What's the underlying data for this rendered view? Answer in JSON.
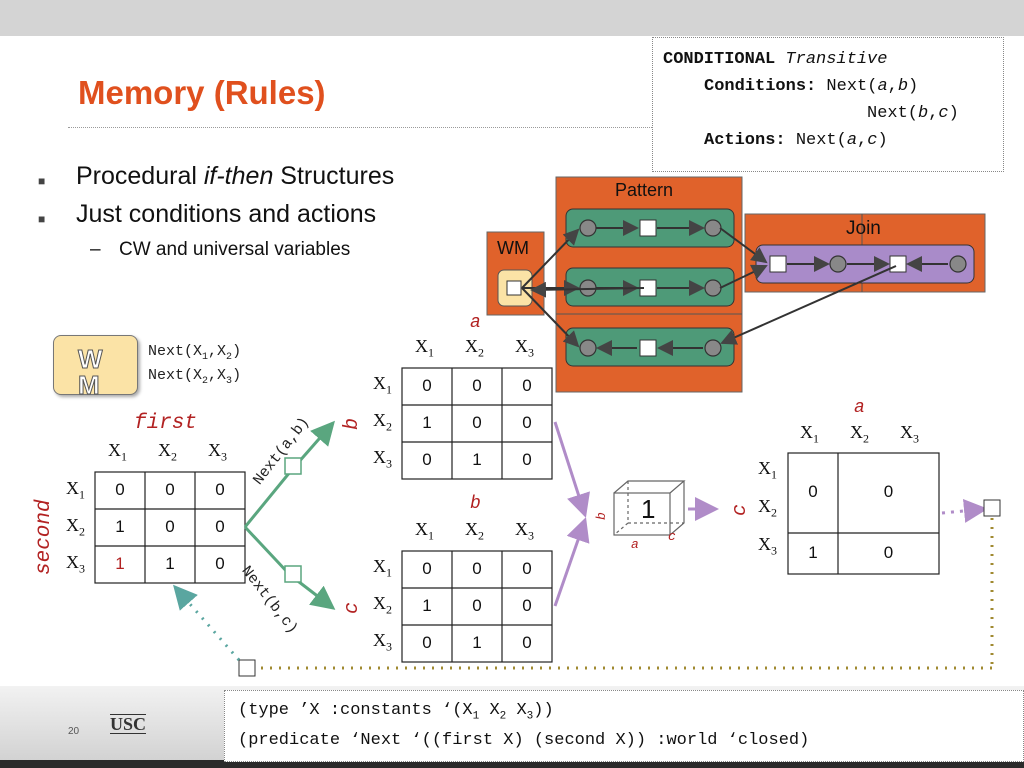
{
  "slide": {
    "title": "Memory (Rules)",
    "page_number": "20",
    "logo_text": "USC"
  },
  "bullets": [
    {
      "pre": "Procedural ",
      "em": "if-then",
      "post": " Structures"
    },
    {
      "text": "Just conditions and actions"
    }
  ],
  "sub_bullet": {
    "dash": "–",
    "text": "CW and universal variables"
  },
  "conditional": {
    "keyword": "CONDITIONAL",
    "name": "Transitive",
    "conditions_label": "Conditions:",
    "cond1_pre": "Next(",
    "cond1_a": "a",
    "cond1_sep": ",",
    "cond1_b": "b",
    "cond1_post": ")",
    "cond2_pre": "Next(",
    "cond2_a": "b",
    "cond2_sep": ",",
    "cond2_b": "c",
    "cond2_post": ")",
    "actions_label": "Actions:",
    "act_pre": "Next(",
    "act_a": "a",
    "act_sep": ",",
    "act_b": "c",
    "act_post": ")"
  },
  "network": {
    "pattern_label": "Pattern",
    "join_label": "Join",
    "wm_label": "WM",
    "cube_value": "1"
  },
  "wm_icon": {
    "line1": "W",
    "line2": "M",
    "fact1": "Next(X1,X2)",
    "fact2": "Next(X2,X3)"
  },
  "labels": {
    "first": "first",
    "second": "second",
    "a": "a",
    "b": "b",
    "c": "c",
    "next_ab": "Next(a,b)",
    "next_bc": "Next(b,c)",
    "x": "X",
    "s1": "1",
    "s2": "2",
    "s3": "3"
  },
  "tables": {
    "wm": [
      [
        "0",
        "0",
        "0"
      ],
      [
        "1",
        "0",
        "0"
      ],
      [
        "1",
        "1",
        "0"
      ]
    ],
    "ab": [
      [
        "0",
        "0",
        "0"
      ],
      [
        "1",
        "0",
        "0"
      ],
      [
        "0",
        "1",
        "0"
      ]
    ],
    "bc": [
      [
        "0",
        "0",
        "0"
      ],
      [
        "1",
        "0",
        "0"
      ],
      [
        "0",
        "1",
        "0"
      ]
    ],
    "ac": [
      [
        "0",
        "0"
      ],
      [
        "1",
        "0"
      ]
    ]
  },
  "code": {
    "line1_pre": "(type ’X :constants ‘(X",
    "line1_mid": " X",
    "line1_mid2": " X",
    "line1_post": "))",
    "line2": "(predicate ‘Next ‘((first X) (second X)) :world ‘closed)"
  },
  "colors": {
    "title": "#e0501e",
    "orange_box": "#e0622b",
    "green_node": "#4e9a78",
    "purple_node": "#a98bc9",
    "green_arrow": "#5aa67f",
    "purple_arrow": "#b08cc8",
    "olive_dots": "#a08a30",
    "teal_dots": "#5aa6a0"
  }
}
